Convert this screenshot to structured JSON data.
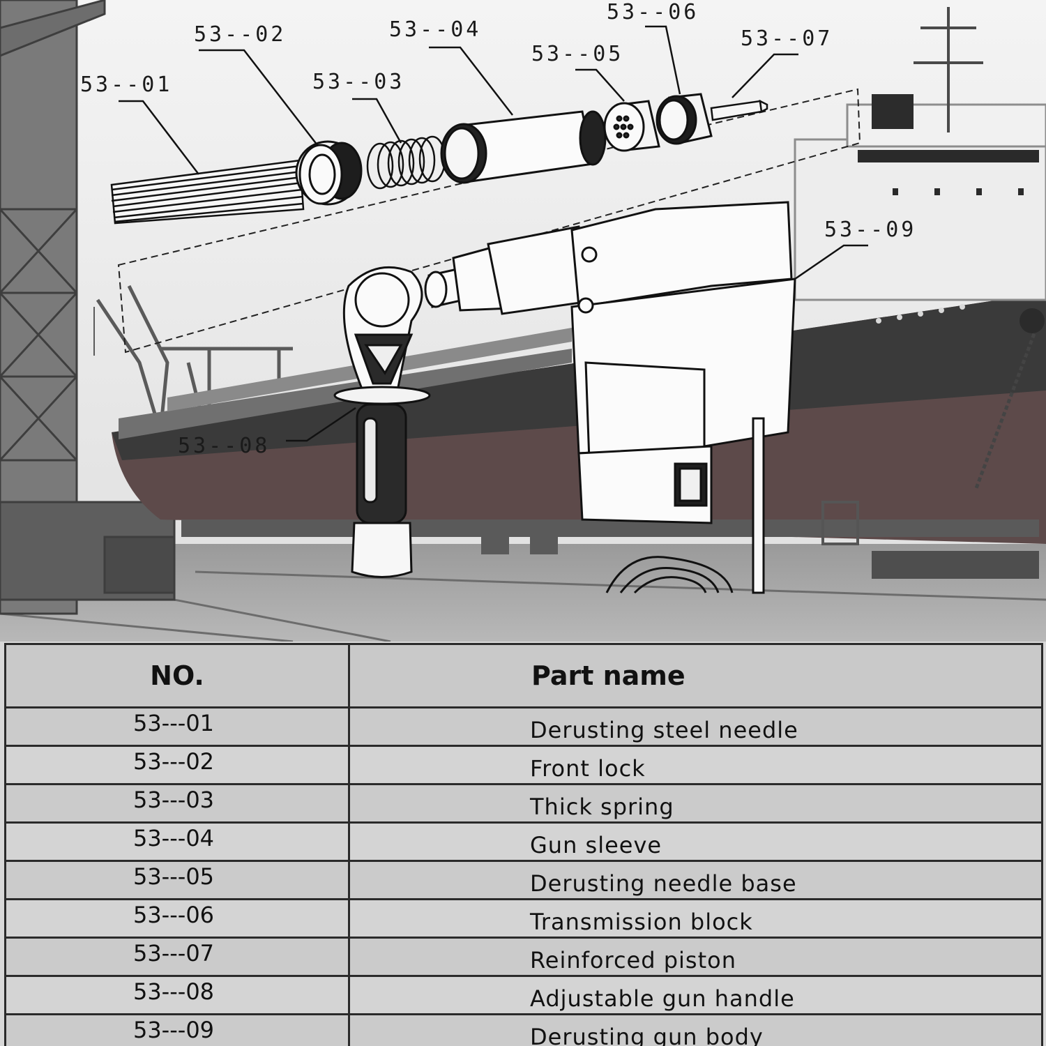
{
  "callouts": {
    "c01": "53--01",
    "c02": "53--02",
    "c03": "53--03",
    "c04": "53--04",
    "c05": "53--05",
    "c06": "53--06",
    "c07": "53--07",
    "c08": "53--08",
    "c09": "53--09"
  },
  "table": {
    "headers": {
      "no": "NO.",
      "name": "Part name"
    },
    "rows": [
      {
        "no": "53---01",
        "name": "Derusting steel needle"
      },
      {
        "no": "53---02",
        "name": "Front lock"
      },
      {
        "no": "53---03",
        "name": "Thick spring"
      },
      {
        "no": "53---04",
        "name": "Gun sleeve"
      },
      {
        "no": "53---05",
        "name": "Derusting needle base"
      },
      {
        "no": "53---06",
        "name": "Transmission block"
      },
      {
        "no": "53---07",
        "name": "Reinforced piston"
      },
      {
        "no": "53---08",
        "name": "Adjustable gun handle"
      },
      {
        "no": "53---09",
        "name": "Derusting gun body"
      }
    ]
  }
}
